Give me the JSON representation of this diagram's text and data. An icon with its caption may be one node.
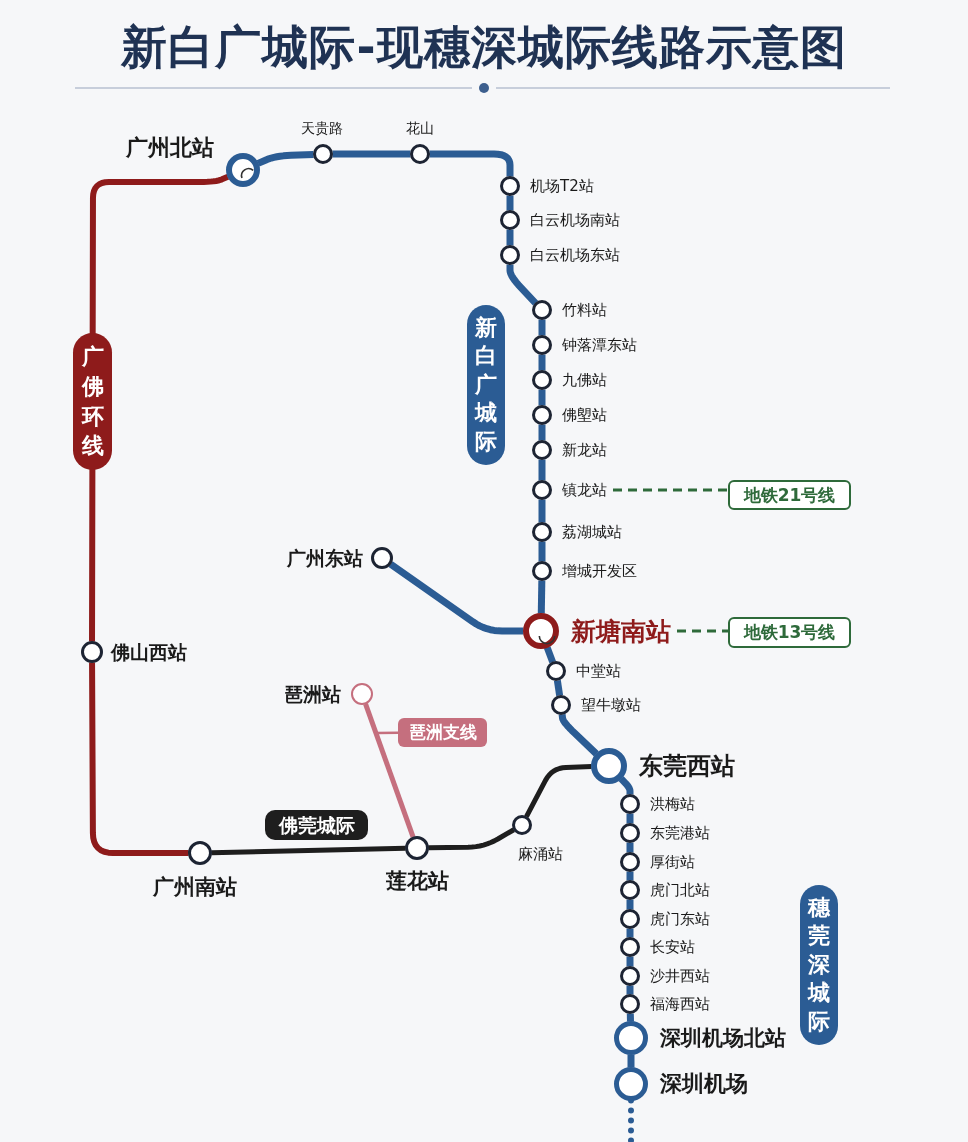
{
  "diagram": {
    "title": "新白广城际-现穗深城际线路示意图",
    "nodes": [
      {
        "text": [],
        "shape": "circle",
        "beside": [
          "广州北站"
        ]
      },
      {
        "text": [],
        "shape": "circle",
        "beside": [
          "天贵路"
        ]
      },
      {
        "text": [],
        "shape": "circle",
        "beside": [
          "花山"
        ]
      },
      {
        "text": [
          "机场T2站"
        ]
      },
      {
        "text": [
          "白云机场南站"
        ]
      },
      {
        "text": [
          "白云机场东站"
        ]
      },
      {
        "text": [
          "竹料站"
        ]
      },
      {
        "text": [
          "钟落潭东站"
        ]
      },
      {
        "text": [
          "九佛站"
        ]
      },
      {
        "text": [
          "佛塱站"
        ]
      },
      {
        "text": [
          "新龙站"
        ]
      },
      {
        "text": [
          "镇龙站"
        ]
      },
      {
        "text": [
          "荔湖城站"
        ]
      },
      {
        "text": [
          "增城开发区"
        ]
      },
      {
        "text": [
          "新塘南站"
        ]
      },
      {
        "text": [
          "广州东站"
        ]
      },
      {
        "text": [
          "中堂站"
        ]
      },
      {
        "text": [
          "望牛墩站"
        ]
      },
      {
        "text": [
          "东莞西站"
        ]
      },
      {
        "text": [
          "洪梅站"
        ]
      },
      {
        "text": [
          "东莞港站"
        ]
      },
      {
        "text": [
          "厚街站"
        ]
      },
      {
        "text": [
          "虎门北站"
        ]
      },
      {
        "text": [
          "虎门东站"
        ]
      },
      {
        "text": [
          "长安站"
        ]
      },
      {
        "text": [
          "沙井西站"
        ]
      },
      {
        "text": [
          "福海西站"
        ]
      },
      {
        "text": [
          "深圳机场北站"
        ]
      },
      {
        "text": [
          "深圳机场"
        ]
      },
      {
        "text": [
          "佛山西站"
        ]
      },
      {
        "text": [],
        "shape": "circle",
        "beside": [
          "广州南站"
        ]
      },
      {
        "text": [],
        "shape": "circle",
        "beside": [
          "莲花站"
        ]
      },
      {
        "text": [],
        "shape": "circle",
        "beside": [
          "麻涌站"
        ]
      },
      {
        "text": [
          "琶洲站"
        ]
      },
      {
        "text": [
          "新白广城际"
        ]
      },
      {
        "text": [
          "穗莞深城际"
        ]
      },
      {
        "text": [
          "佛莞城际"
        ]
      },
      {
        "text": [
          "琶洲支线"
        ]
      },
      {
        "text": [
          "地铁21号线"
        ]
      },
      {
        "text": [
          "地铁13号线"
        ]
      }
    ],
    "edges": [
      {
        "from": 0,
        "to": 1,
        "arrow": "none"
      },
      {
        "from": 1,
        "to": 2,
        "arrow": "none"
      },
      {
        "from": 2,
        "to": 3,
        "arrow": "none"
      },
      {
        "from": 3,
        "to": 4,
        "arrow": "none"
      },
      {
        "from": 4,
        "to": 5,
        "arrow": "none"
      },
      {
        "from": 5,
        "to": 6,
        "arrow": "none"
      },
      {
        "from": 6,
        "to": 7,
        "arrow": "none"
      },
      {
        "from": 7,
        "to": 8,
        "arrow": "none"
      },
      {
        "from": 8,
        "to": 9,
        "arrow": "none"
      },
      {
        "from": 9,
        "to": 10,
        "arrow": "none"
      },
      {
        "from": 10,
        "to": 11,
        "arrow": "none"
      },
      {
        "from": 11,
        "to": 12,
        "arrow": "none"
      },
      {
        "from": 12,
        "to": 13,
        "arrow": "none"
      },
      {
        "from": 13,
        "to": 14,
        "arrow": "none"
      },
      {
        "from": 15,
        "to": 14,
        "arrow": "none"
      },
      {
        "from": 14,
        "to": 16,
        "arrow": "none"
      },
      {
        "from": 16,
        "to": 17,
        "arrow": "none"
      },
      {
        "from": 17,
        "to": 18,
        "arrow": "none"
      },
      {
        "from": 18,
        "to": 19,
        "arrow": "none"
      },
      {
        "from": 19,
        "to": 20,
        "arrow": "none"
      },
      {
        "from": 20,
        "to": 21,
        "arrow": "none"
      },
      {
        "from": 21,
        "to": 22,
        "arrow": "none"
      },
      {
        "from": 22,
        "to": 23,
        "arrow": "none"
      },
      {
        "from": 23,
        "to": 24,
        "arrow": "none"
      },
      {
        "from": 24,
        "to": 25,
        "arrow": "none"
      },
      {
        "from": 25,
        "to": 26,
        "arrow": "none"
      },
      {
        "from": 26,
        "to": 27,
        "arrow": "none"
      },
      {
        "from": 27,
        "to": 28,
        "arrow": "none"
      },
      {
        "from": 28,
        "to": null,
        "arrow": "none",
        "style": "dashed"
      },
      {
        "from": 0,
        "to": 29,
        "arrow": "none",
        "label": "广佛环线",
        "color": "#8e1b1b"
      },
      {
        "from": 29,
        "to": 30,
        "arrow": "none",
        "color": "#8e1b1b"
      },
      {
        "from": 30,
        "to": 31,
        "arrow": "none",
        "color": "#1e1e1e"
      },
      {
        "from": 31,
        "to": 32,
        "arrow": "none",
        "color": "#1e1e1e"
      },
      {
        "from": 32,
        "to": 18,
        "arrow": "none",
        "color": "#1e1e1e"
      },
      {
        "from": 33,
        "to": 31,
        "arrow": "none",
        "color": "#c56f7e"
      },
      {
        "from": 37,
        "to": null,
        "arrow": "none",
        "color": "#c56f7e"
      },
      {
        "from": 11,
        "to": 38,
        "arrow": "none",
        "style": "dashed",
        "color": "#2e6a3a"
      },
      {
        "from": 14,
        "to": 39,
        "arrow": "none",
        "style": "dashed",
        "color": "#2e6a3a"
      }
    ]
  }
}
